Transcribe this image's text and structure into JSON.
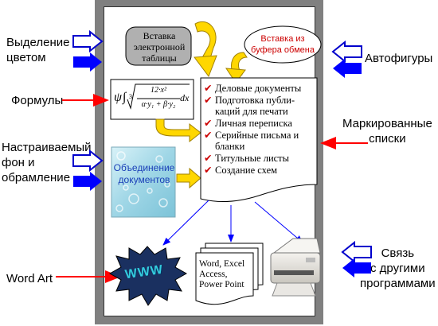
{
  "left_labels": {
    "highlight": "Выделение\nцветом",
    "formulas": "Формулы",
    "background": "Настраиваемый\nфон и\nобрамление",
    "wordart": "Word Art"
  },
  "right_labels": {
    "autoshapes": "Автофигуры",
    "bullets": "Маркированные\nсписки",
    "link": "Связь\nс другими\nпрограммами"
  },
  "boxes": {
    "spreadsheet": "Вставка\nэлектронной\nтаблицы",
    "clipboard": "Вставка из\nбуфера обмена",
    "merge": "Объединение\nдокументов",
    "programs": "Word, Excel\nAccess,\nPower Point"
  },
  "bullet_list": [
    "Деловые документы",
    "Подготовка публи-\nкаций для печати",
    "Личная переписка",
    "Серийные письма и\nбланки",
    "Титульные листы",
    "Создание схем"
  ],
  "formula": {
    "psi": "ψ",
    "numerator": "12·x²",
    "denominator": "α·y₁ + β·y₂",
    "dx": "dx",
    "root": "3"
  },
  "wordart_text": "WWW",
  "colors": {
    "frame": "#808080",
    "arrow_outline": "#0000cc",
    "arrow_fill": "#0000ff",
    "red_arrow": "#ff0000",
    "curved_arrow": "#ffd700",
    "clipboard_text": "#cc0000",
    "merge_text": "#1a3fb8",
    "spreadsheet_box": "#b0b0b0",
    "merge_box": "#a8dce8",
    "wordart_fill": "#33ccdd",
    "starburst": "#1a3060"
  },
  "icons": {
    "check": "check-mark-icon",
    "printer": "printer-icon"
  }
}
